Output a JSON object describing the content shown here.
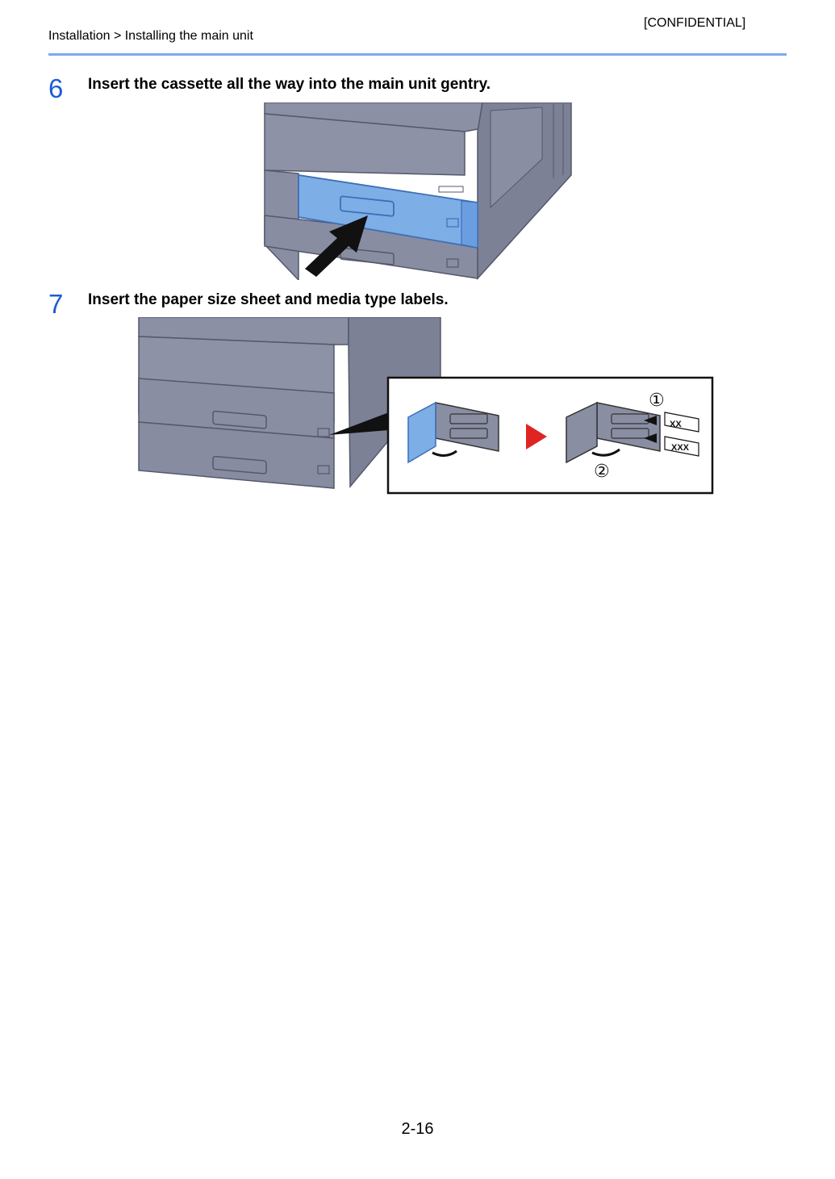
{
  "header": {
    "confidential": "[CONFIDENTIAL]",
    "breadcrumb": "Installation > Installing the main unit"
  },
  "steps": [
    {
      "number": "6",
      "title": "Insert the cassette all the way into the main unit gentry."
    },
    {
      "number": "7",
      "title": "Insert the paper size sheet and media type labels.",
      "callouts": [
        "①",
        "②"
      ],
      "label_samples": [
        "XX",
        "XXX"
      ]
    }
  ],
  "footer": {
    "page_number": "2-16"
  },
  "colors": {
    "accent_rule": "#7da8f0",
    "step_number": "#1f5bd6",
    "unit_body": "#8a8ea3",
    "cassette_highlight": "#7eaee6",
    "arrow_red": "#e02424"
  }
}
